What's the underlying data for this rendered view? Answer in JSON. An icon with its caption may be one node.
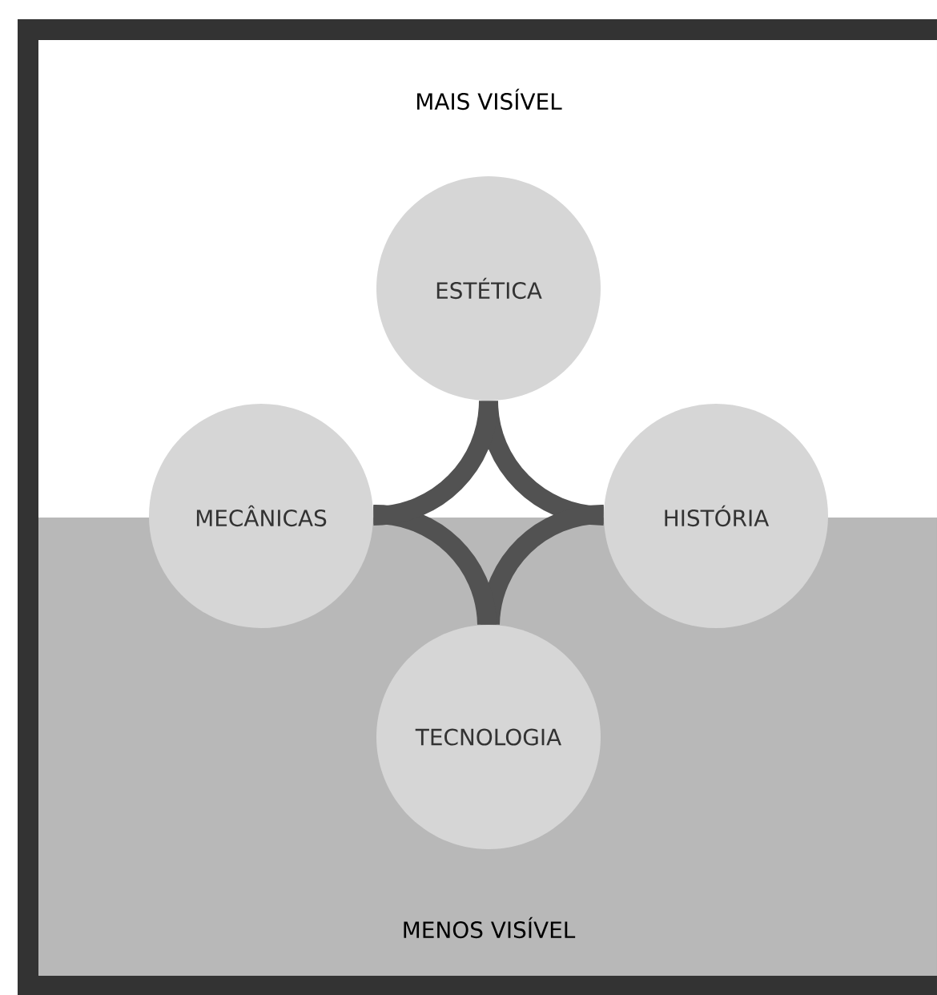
{
  "diagram": {
    "nodes": [
      {
        "text": [
          "ESTÉTICA"
        ]
      },
      {
        "text": [
          "MECÂNICAS"
        ]
      },
      {
        "text": [
          "HISTÓRIA"
        ]
      },
      {
        "text": [
          "TECNOLOGIA"
        ]
      }
    ],
    "edges": [
      {
        "from": 0,
        "to": 2,
        "arrow": "none"
      },
      {
        "from": 2,
        "to": 3,
        "arrow": "none"
      },
      {
        "from": 3,
        "to": 1,
        "arrow": "none"
      },
      {
        "from": 1,
        "to": 0,
        "arrow": "none"
      }
    ],
    "labels": [
      "MAIS VISÍVEL",
      "MENOS VISÍVEL"
    ]
  }
}
